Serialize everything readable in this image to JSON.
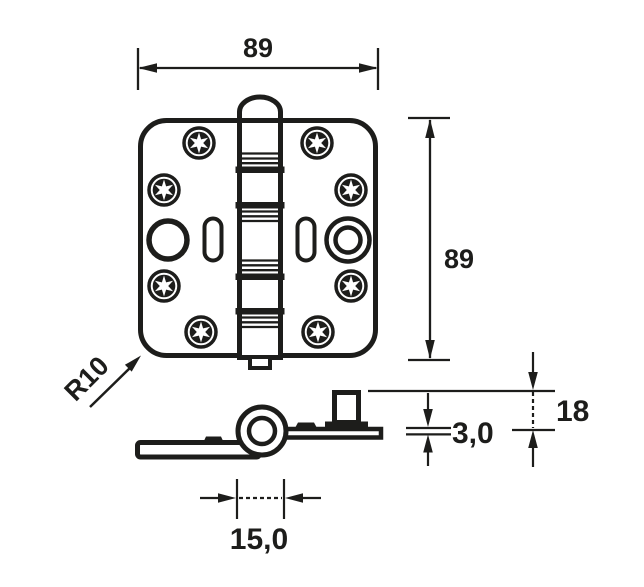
{
  "colors": {
    "line": "#1d1d1b",
    "background": "#ffffff"
  },
  "dimensions": {
    "width": "89",
    "height": "89",
    "corner_radius": "R10",
    "total_thickness": "18",
    "leaf_thickness": "3,0",
    "knuckle_diameter": "15,0"
  }
}
